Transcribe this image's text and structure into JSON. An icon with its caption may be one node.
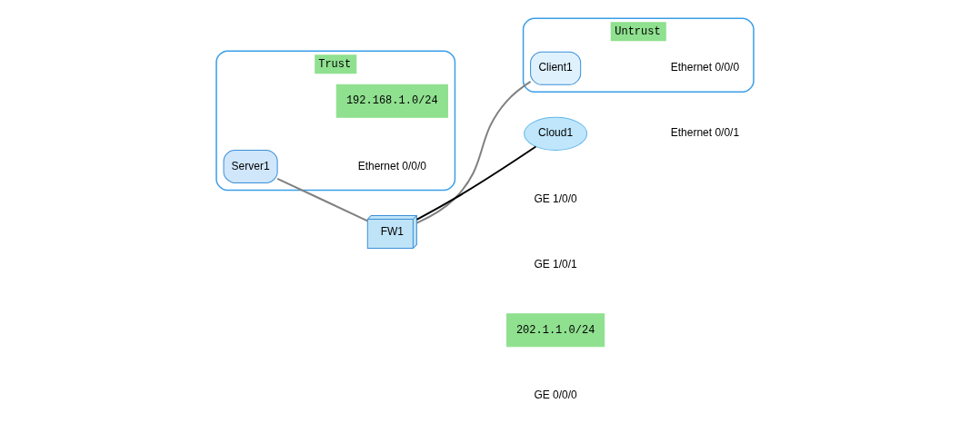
{
  "diagram": {
    "nodes": [
      {
        "text": [
          "Trust"
        ]
      },
      {
        "text": [
          "Server1"
        ],
        "in": 0
      },
      {
        "text": [
          "FW1"
        ]
      },
      {
        "text": [
          "Untrust"
        ]
      },
      {
        "text": [
          "Client1"
        ],
        "in": 3
      },
      {
        "text": [
          "Cloud1"
        ]
      }
    ],
    "edges": [
      {
        "from": 1,
        "to": 2,
        "arrow": "none"
      },
      {
        "from": 2,
        "to": 4,
        "arrow": "none"
      },
      {
        "from": 2,
        "to": 5,
        "arrow": "none",
        "color": "#000000"
      }
    ],
    "labels": [
      "Ethernet 0/0/0",
      "192.168.1.0/24",
      "GE 1/0/0",
      "GE 1/0/1",
      "202.1.1.0/24",
      "Ethernet 0/0/0",
      "GE 0/0/0",
      "Ethernet 0/0/1"
    ]
  }
}
